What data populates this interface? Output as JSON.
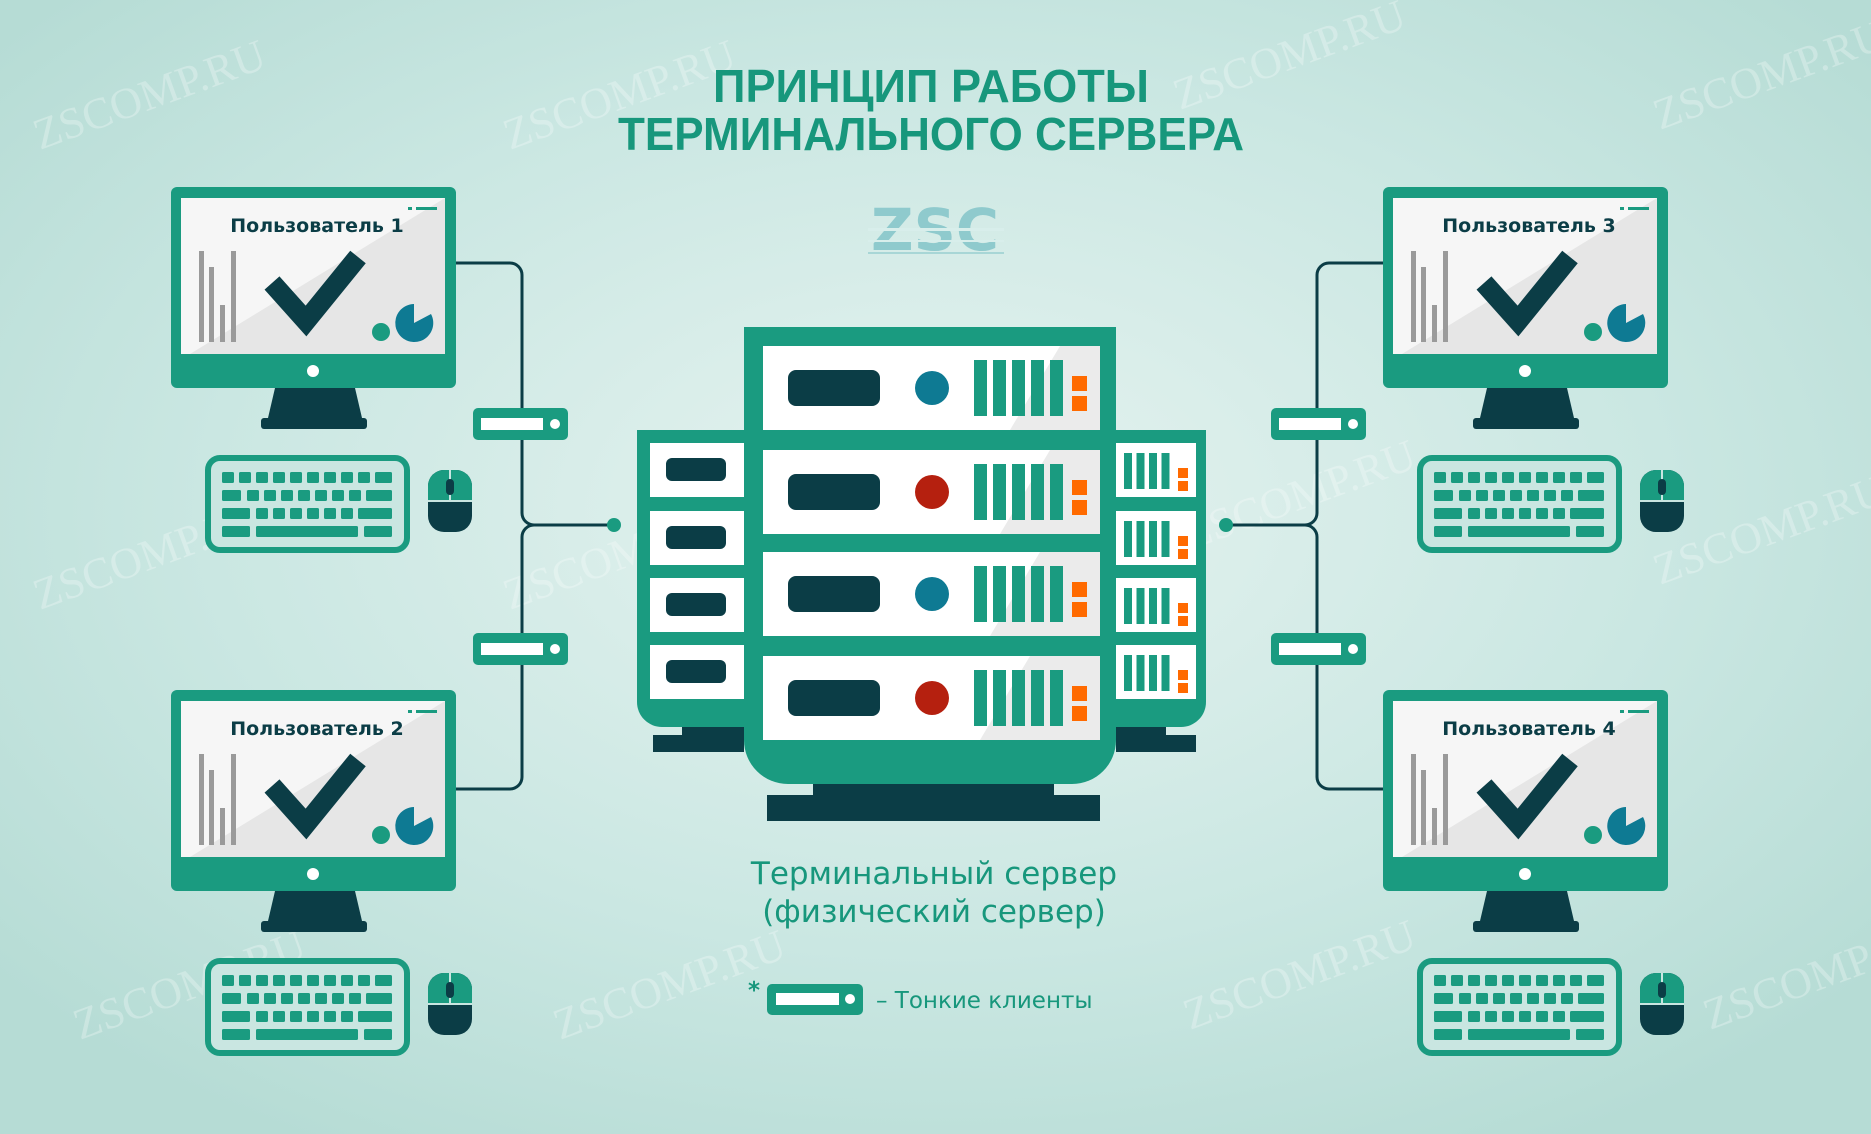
{
  "title": {
    "line1": "ПРИНЦИП РАБОТЫ",
    "line2": "ТЕРМИНАЛЬНОГО СЕРВЕРА"
  },
  "logo": "ZSC",
  "watermark": "ZSCOMP.RU",
  "users": [
    {
      "label": "Пользователь 1"
    },
    {
      "label": "Пользователь 2"
    },
    {
      "label": "Пользователь 3"
    },
    {
      "label": "Пользователь 4"
    }
  ],
  "server": {
    "caption_line1": "Терминальный сервер",
    "caption_line2": "(физический сервер)"
  },
  "legend": {
    "asterisk": "*",
    "text": "– Тонкие клиенты"
  },
  "colors": {
    "teal": "#1a9b80",
    "dark": "#0b3d46",
    "blue_indicator": "#0e7a93",
    "red_indicator": "#b5200f",
    "orange": "#ff6a00",
    "title": "#17977c"
  }
}
